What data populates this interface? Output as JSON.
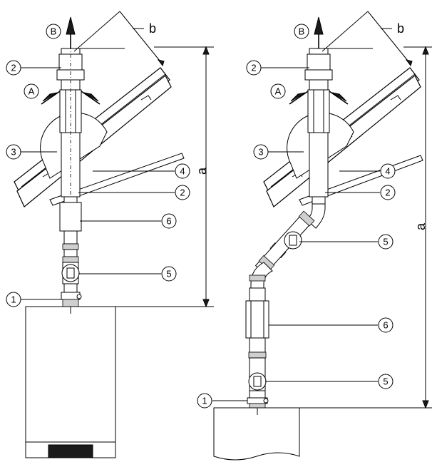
{
  "figure": {
    "left": {
      "callouts": [
        {
          "id": "B",
          "label": "B",
          "type": "letter"
        },
        {
          "id": "2top",
          "label": "2",
          "type": "number"
        },
        {
          "id": "A",
          "label": "A",
          "type": "letter"
        },
        {
          "id": "3",
          "label": "3",
          "type": "number"
        },
        {
          "id": "4",
          "label": "4",
          "type": "number"
        },
        {
          "id": "2mid",
          "label": "2",
          "type": "number"
        },
        {
          "id": "6",
          "label": "6",
          "type": "number"
        },
        {
          "id": "5",
          "label": "5",
          "type": "number"
        },
        {
          "id": "1",
          "label": "1",
          "type": "number"
        }
      ],
      "dimensions": {
        "a": "a",
        "b": "b"
      }
    },
    "right": {
      "callouts": [
        {
          "id": "B",
          "label": "B",
          "type": "letter"
        },
        {
          "id": "2top",
          "label": "2",
          "type": "number"
        },
        {
          "id": "A",
          "label": "A",
          "type": "letter"
        },
        {
          "id": "3",
          "label": "3",
          "type": "number"
        },
        {
          "id": "4",
          "label": "4",
          "type": "number"
        },
        {
          "id": "2mid",
          "label": "2",
          "type": "number"
        },
        {
          "id": "5a",
          "label": "5",
          "type": "number"
        },
        {
          "id": "6",
          "label": "6",
          "type": "number"
        },
        {
          "id": "5b",
          "label": "5",
          "type": "number"
        },
        {
          "id": "1",
          "label": "1",
          "type": "number"
        }
      ],
      "dimensions": {
        "a": "a",
        "b": "b"
      }
    }
  }
}
